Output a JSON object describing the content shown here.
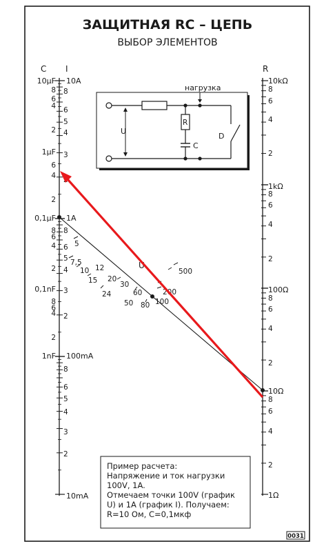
{
  "title": "ЗАЩИТНАЯ RC – ЦЕПЬ",
  "subtitle": "ВЫБОР ЭЛЕМЕНТОВ",
  "axes": {
    "c_header": "C",
    "i_header": "I",
    "r_header": "R",
    "u_label": "U"
  },
  "c_scale": {
    "major_labels": [
      "10µF",
      "1µF",
      "0,1µF",
      "0,1nF",
      "1nF"
    ],
    "minor_labels": [
      "8",
      "6",
      "4",
      "2",
      "6",
      "4",
      "2",
      "8",
      "6",
      "4",
      "2",
      "8",
      "6",
      "4",
      "2"
    ]
  },
  "i_scale": {
    "major_labels": [
      "10A",
      "1A",
      "100mA",
      "10mA"
    ],
    "minor_labels": [
      "8",
      "6",
      "5",
      "4",
      "3",
      "2",
      "8",
      "6",
      "5",
      "4",
      "3",
      "2",
      "8",
      "6",
      "5",
      "4",
      "3",
      "2"
    ]
  },
  "r_scale": {
    "major_labels": [
      "10kΩ",
      "1kΩ",
      "100Ω",
      "10Ω",
      "1Ω"
    ],
    "minor_labels": [
      "8",
      "6",
      "4",
      "2",
      "8",
      "6",
      "4",
      "2",
      "8",
      "6",
      "4",
      "2",
      "8",
      "6",
      "4",
      "2"
    ]
  },
  "u_scale": {
    "labels": [
      "5",
      "7,5",
      "10",
      "12",
      "15",
      "20",
      "24",
      "30",
      "50",
      "60",
      "80",
      "100",
      "200",
      "500"
    ]
  },
  "circuit": {
    "load_label": "нагрузка",
    "u_label": "U",
    "r_label": "R",
    "c_label": "C",
    "d_label": "D"
  },
  "example_note": {
    "lines": [
      "Пример расчета:",
      "Напряжение и ток нагрузки",
      "100V, 1A.",
      "Отмечаем точки 100V (график",
      "U) и 1A (график I). Получаем:",
      "R=10 Ом, C=0,1мкф"
    ]
  },
  "code": "0031",
  "colors": {
    "ink": "#1a1a1a",
    "accent_line": "#e8191c",
    "background": "#ffffff"
  }
}
